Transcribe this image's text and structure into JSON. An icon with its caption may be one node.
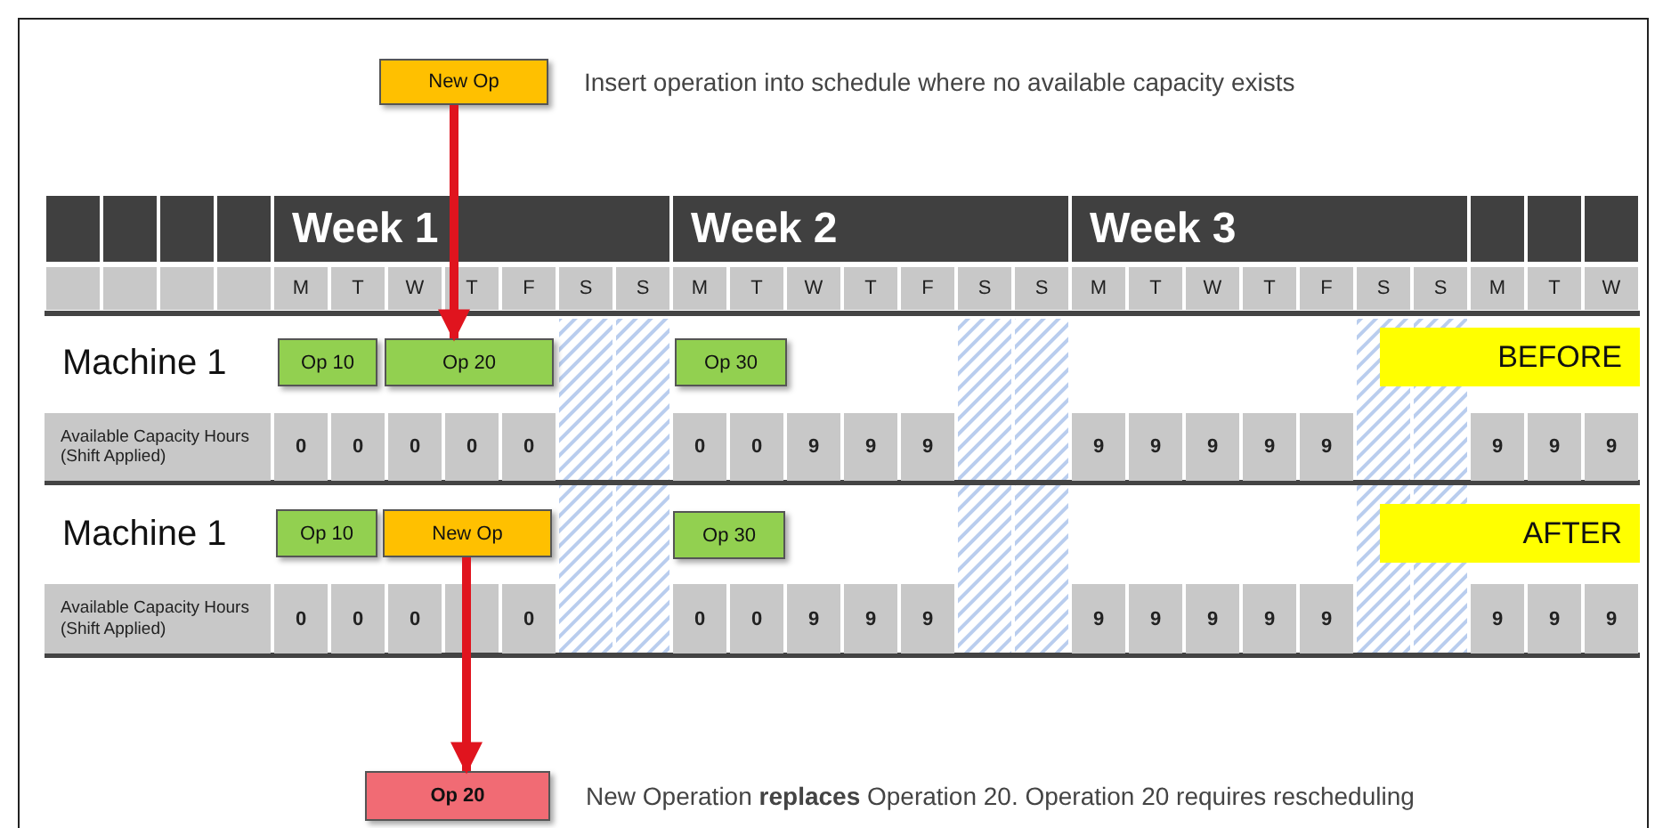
{
  "diagram": {
    "nodes": [
      {
        "text": [
          "New Op"
        ],
        "beside": [
          "Insert operation into schedule where no available capacity exists"
        ]
      },
      {
        "text": [
          "Op 10"
        ]
      },
      {
        "text": [
          "Op 20"
        ]
      },
      {
        "text": [
          "Op 30"
        ]
      },
      {
        "text": [
          "BEFORE"
        ]
      },
      {
        "text": [
          "Op 10"
        ]
      },
      {
        "text": [
          "New Op"
        ]
      },
      {
        "text": [
          "Op 30"
        ]
      },
      {
        "text": [
          "AFTER"
        ]
      },
      {
        "text": [
          "Op 20"
        ],
        "beside": [
          "New Operation **replaces** Operation 20. Operation 20 requires rescheduling"
        ]
      }
    ],
    "edges": [
      {
        "from": 0,
        "to": 2,
        "arrow": "to"
      },
      {
        "from": 6,
        "to": 9,
        "arrow": "to"
      }
    ],
    "labels": [
      "Week 1",
      "Week 2",
      "Week 3",
      "M",
      "T",
      "W",
      "T",
      "F",
      "S",
      "S",
      "M",
      "T",
      "W",
      "T",
      "F",
      "S",
      "S",
      "M",
      "T",
      "W",
      "T",
      "F",
      "S",
      "S",
      "M",
      "T",
      "W",
      "Machine 1",
      "Available Capacity Hours (Shift Applied)",
      "0",
      "0",
      "0",
      "0",
      "0",
      "0",
      "0",
      "9",
      "9",
      "9",
      "9",
      "9",
      "9",
      "9",
      "9",
      "9",
      "9",
      "9",
      "Machine 1",
      "Available Capacity Hours (Shift Applied)",
      "0",
      "0",
      "0",
      "0",
      "0",
      "0",
      "9",
      "9",
      "9",
      "9",
      "9",
      "9",
      "9",
      "9",
      "9",
      "9",
      "9"
    ]
  }
}
